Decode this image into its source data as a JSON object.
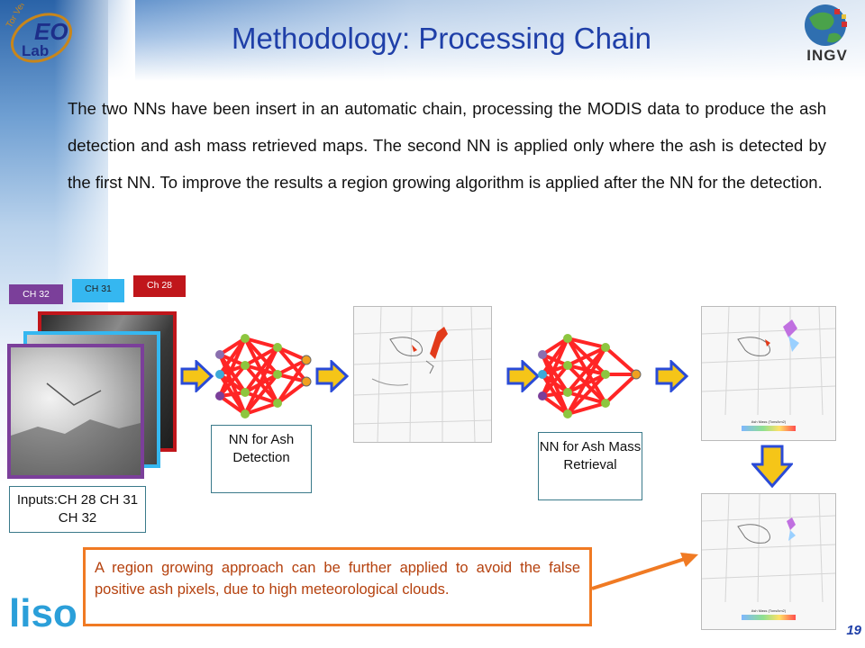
{
  "header": {
    "title": "Methodology: Processing Chain",
    "left_logo_text": [
      "Tor Vergata",
      "EO",
      "Lab"
    ],
    "right_logo_text": "INGV"
  },
  "body": {
    "paragraph": "The two NNs have been insert in an automatic chain, processing the MODIS data to produce the ash detection and ash mass retrieved maps. The second NN is applied only where the ash is detected by the first NN. To improve the results a region growing algorithm is applied after the NN for the detection."
  },
  "diagram": {
    "channels": [
      {
        "label": "CH 32",
        "color": "#7b3f9a"
      },
      {
        "label": "CH 31",
        "color": "#35b7f0"
      },
      {
        "label": "Ch 28",
        "color": "#c0161b"
      }
    ],
    "inputs_label": "Inputs:CH 28 CH 31 CH 32",
    "nn_detection_label": "NN for Ash Detection",
    "nn_mass_label": "NN for Ash Mass Retrieval",
    "map_legend_caption": "Ash Mass (Tons/km2)"
  },
  "note": {
    "text": "A region growing approach can be further applied to avoid the false positive ash pixels, due to high meteorological clouds."
  },
  "footer": {
    "logo_text": "liso",
    "page_number": "19"
  },
  "colors": {
    "title": "#1f3fa8",
    "arrow_fill": "#f5c518",
    "arrow_stroke": "#2a4bd7",
    "nn_edges": "#ff1a1a",
    "note_border": "#f07a23",
    "note_text": "#b5410e"
  }
}
